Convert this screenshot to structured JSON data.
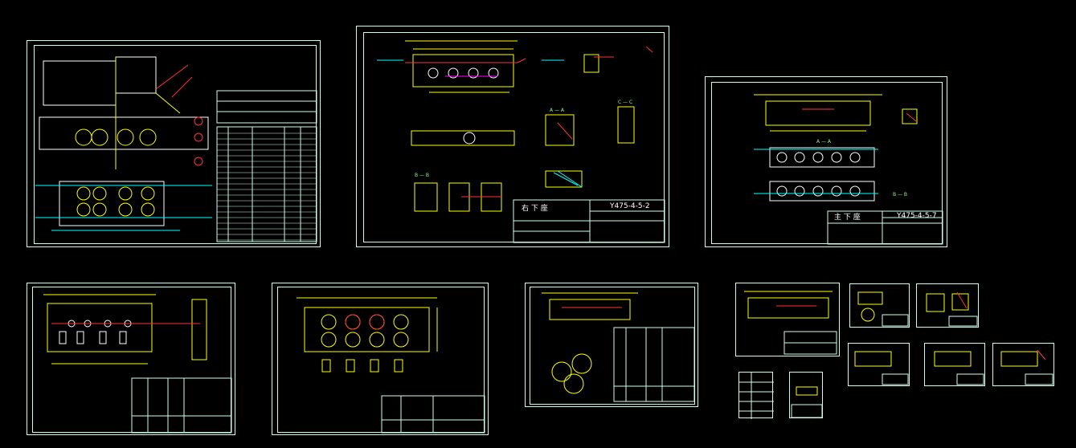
{
  "canvas": {
    "background": "#000000",
    "frame_color": "#ccffee",
    "line_yellow": "#ffff66",
    "line_cyan": "#00ffff",
    "line_red": "#ff3333",
    "line_green": "#66ff66",
    "line_white": "#ffffff"
  },
  "sheets": {
    "s2": {
      "title_block": {
        "name": "右 下 座",
        "code": "Y475-4-5-2"
      },
      "section_labels": [
        "A — A",
        "B — B",
        "C — C"
      ]
    },
    "s3": {
      "title_block": {
        "name": "主 下 座",
        "code": "Y475-4-5-7"
      },
      "section_labels": [
        "A — A",
        "B — B"
      ]
    }
  }
}
